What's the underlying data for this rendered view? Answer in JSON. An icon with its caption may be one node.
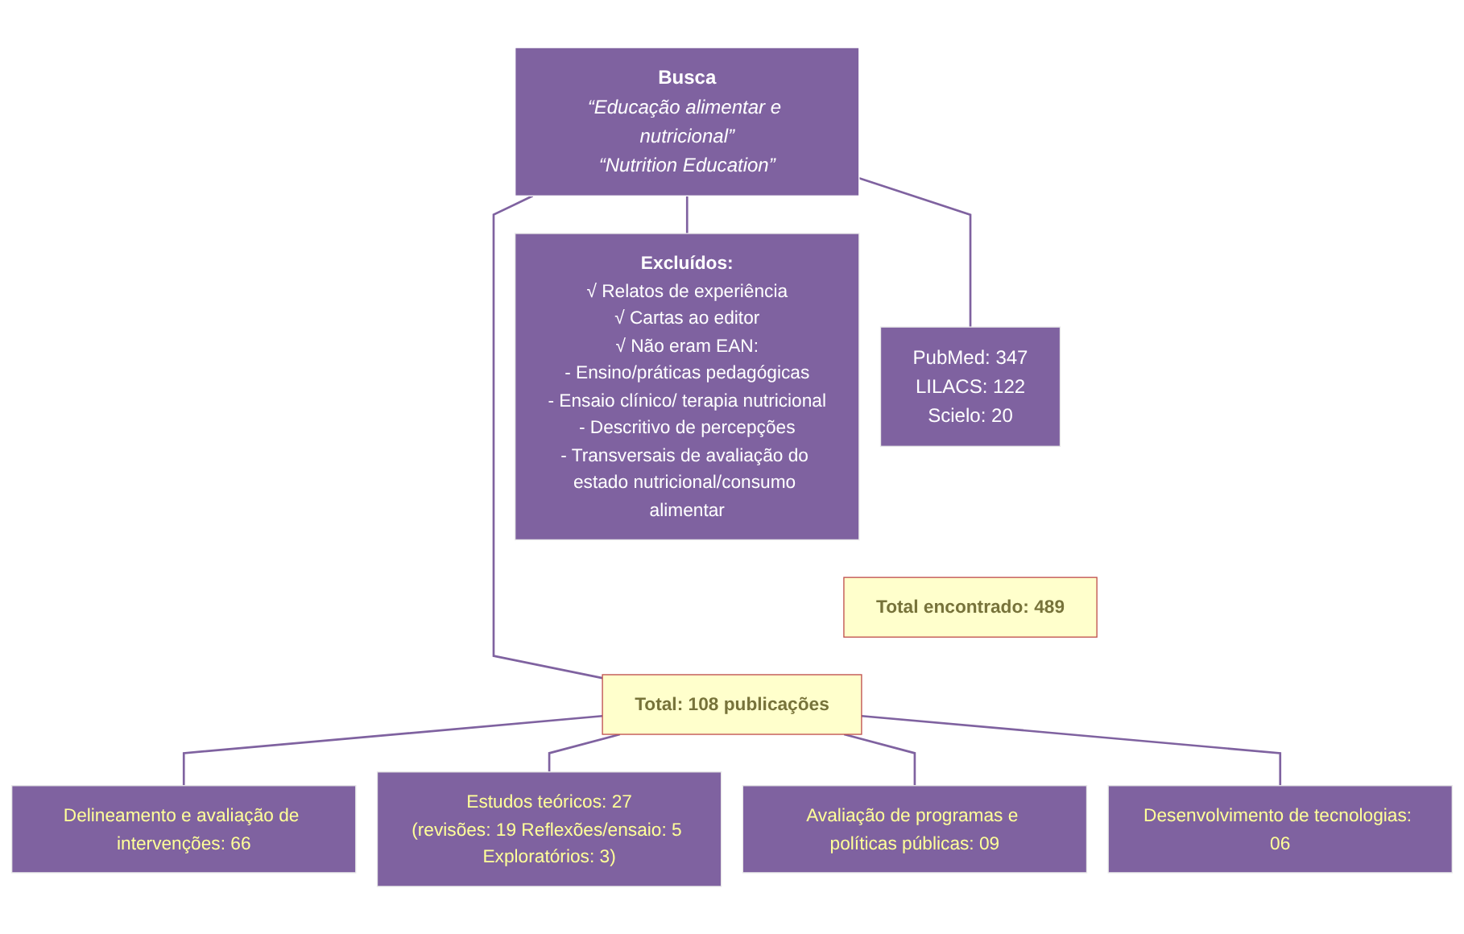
{
  "diagram": {
    "nodes": [
      {
        "text": [
          "Busca",
          "“Educação alimentar e nutricional”",
          "“Nutrition Education”"
        ]
      },
      {
        "text": [
          "PubMed: 347",
          "LILACS: 122",
          "Scielo:  20"
        ]
      },
      {
        "text": [
          "Total encontrado: 489"
        ]
      },
      {
        "text": [
          "Excluídos:",
          "√ Relatos de experiência",
          "√ Cartas ao editor",
          "√ Não eram EAN:",
          "- Ensino/práticas pedagógicas",
          "- Ensaio clínico/ terapia nutricional",
          "- Descritivo de percepções",
          "- Transversais de avaliação do estado nutricional/consumo alimentar"
        ]
      },
      {
        "text": [
          "Total: 108 publicações"
        ]
      },
      {
        "text": [
          "Delineamento e avaliação de intervenções: 66"
        ]
      },
      {
        "text": [
          "Estudos teóricos: 27",
          "(revisões: 19 Reflexões/ensaio: 5 Exploratórios: 3)"
        ]
      },
      {
        "text": [
          "Avaliação de programas e políticas públicas: 09"
        ]
      },
      {
        "text": [
          "Desenvolvimento de tecnologias: 06"
        ]
      }
    ],
    "edges": [
      {
        "from": 0,
        "to": 1,
        "arrow": "none"
      },
      {
        "from": 0,
        "to": 3,
        "arrow": "none"
      },
      {
        "from": 0,
        "to": 4,
        "arrow": "none"
      },
      {
        "from": 4,
        "to": 5,
        "arrow": "none"
      },
      {
        "from": 4,
        "to": 6,
        "arrow": "none"
      },
      {
        "from": 4,
        "to": 7,
        "arrow": "none"
      },
      {
        "from": 4,
        "to": 8,
        "arrow": "none"
      }
    ]
  }
}
